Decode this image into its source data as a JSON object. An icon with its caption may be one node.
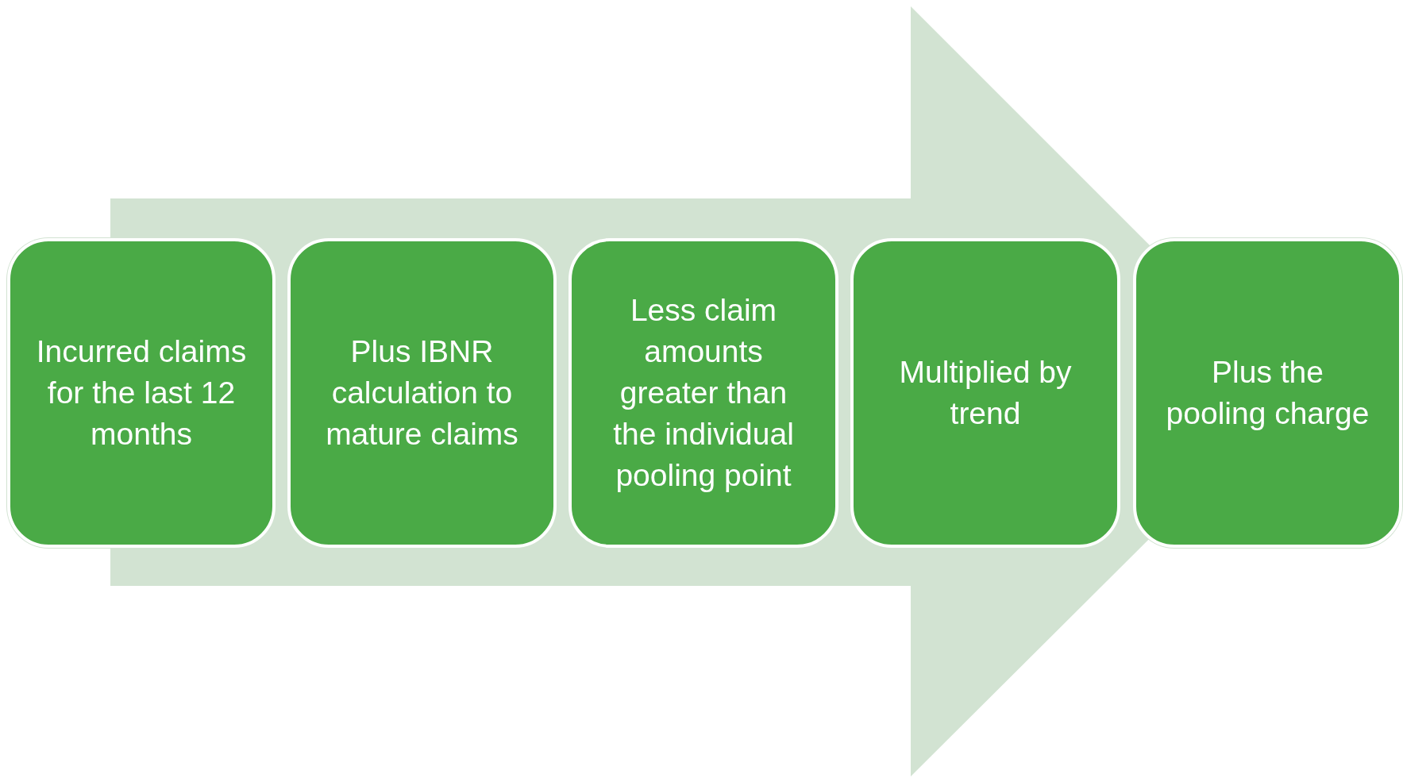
{
  "diagram": {
    "nodes": [
      {
        "text": [
          "Incurred claims for the last 12 months"
        ]
      },
      {
        "text": [
          "Plus IBNR calculation to mature claims"
        ]
      },
      {
        "text": [
          "Less claim amounts greater than the individual pooling point"
        ]
      },
      {
        "text": [
          "Multiplied by trend"
        ]
      },
      {
        "text": [
          "Plus the pooling charge"
        ]
      }
    ],
    "edges": [
      {
        "from": 0,
        "to": 4,
        "arrow": "to"
      }
    ]
  }
}
